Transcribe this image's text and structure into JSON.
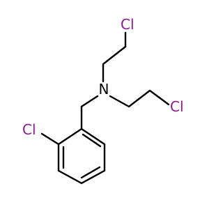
{
  "molecule": {
    "atoms": {
      "cl_top": {
        "symbol": "Cl",
        "color": "#8b1a8b"
      },
      "n": {
        "symbol": "N",
        "color": "#000000"
      },
      "cl_right": {
        "symbol": "Cl",
        "color": "#8b1a8b"
      },
      "cl_ring": {
        "symbol": "Cl",
        "color": "#8b1a8b"
      }
    },
    "bond_color": "#000000",
    "background": "#ffffff"
  }
}
